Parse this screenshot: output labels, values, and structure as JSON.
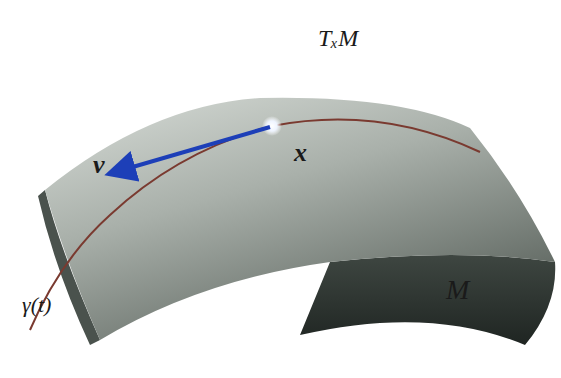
{
  "diagram": {
    "labels": [
      "TₓM",
      "v",
      "x",
      "γ(t)",
      "M"
    ]
  }
}
